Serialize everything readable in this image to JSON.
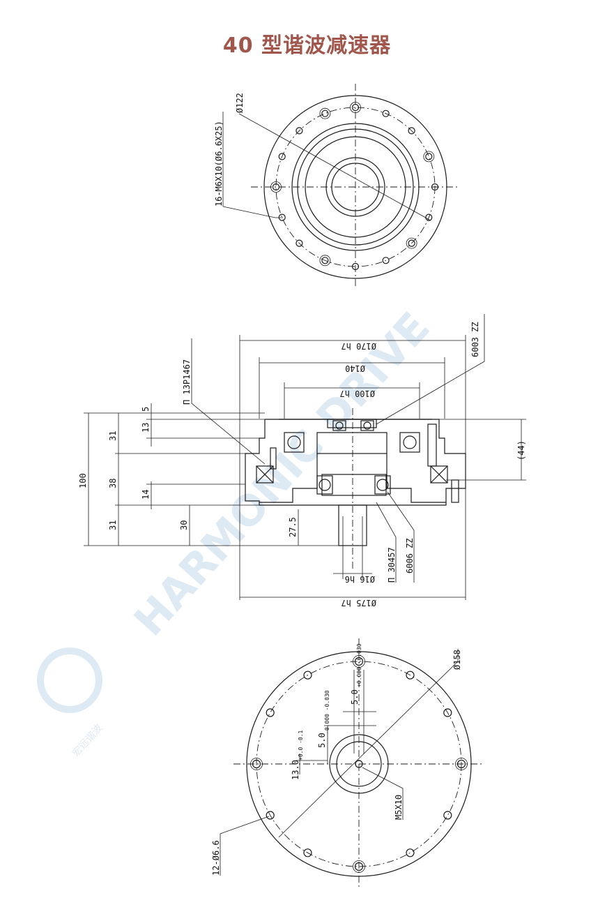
{
  "title": "40 型谐波减速器",
  "watermark": {
    "brand": "HARMONIC DRIVE",
    "cn": "宏远谐波"
  },
  "top_view": {
    "dia_label": "Ø122",
    "holes_label": "16-M6X10(Ø6.6X25)"
  },
  "section_view": {
    "dia_top1": "Ø170 h7",
    "dia_top2": "Ø140",
    "dia_top3": "Ø100 h7",
    "bearing_top": "6003 ZZ",
    "seal_top": "Π 13P1467",
    "dim_total": "100",
    "dim_31a": "31",
    "dim_38": "38",
    "dim_31b": "31",
    "dim_5": "5",
    "dim_13": "13",
    "dim_14": "14",
    "dim_30": "30",
    "dim_27_5": "27.5",
    "dim_44": "(44)",
    "seal_bottom": "Π 30457",
    "bearing_bottom": "6006 ZZ",
    "shaft_dia": "Ø16 h6",
    "dia_bottom": "Ø175 h7"
  },
  "bottom_view": {
    "dia_label": "Ø158",
    "key_label1": "5.0",
    "key_tol1": "+0.000 -0.030",
    "key_label2": "5.0",
    "key_tol2": "-0.000 -0.030",
    "key_label3": "13.0",
    "key_tol3": "+0.0 -0.1",
    "thread_label": "M5X10",
    "holes_label": "12-Ø6.6"
  }
}
